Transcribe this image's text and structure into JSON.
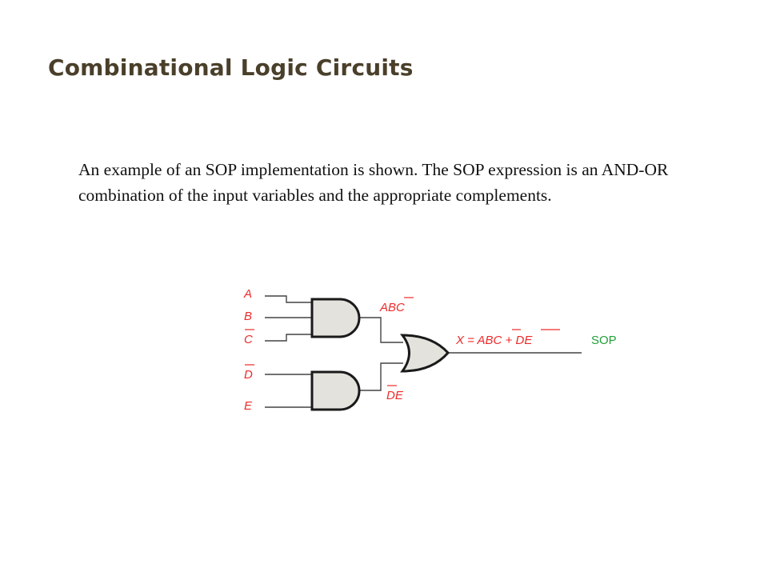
{
  "slide": {
    "title": "Combinational Logic Circuits",
    "body": "An example of an SOP implementation is shown. The SOP expression is an AND-OR combination of the input variables and the appropriate complements."
  },
  "diagram": {
    "inputs": [
      "A",
      "B",
      "C",
      "D",
      "E"
    ],
    "complemented_inputs": [
      "C",
      "D"
    ],
    "and1_output": "ABC",
    "and2_output": "DE",
    "or_output_expression": "X = ABC + DE",
    "output_tag": "SOP",
    "colors": {
      "label": "#ee2a2a",
      "sop_tag": "#22a13a",
      "title": "#4a3f2a",
      "gate_fill": "#e4e2dc"
    }
  }
}
